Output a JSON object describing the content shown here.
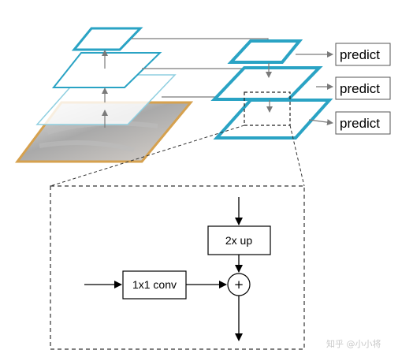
{
  "diagram": {
    "outputs": [
      {
        "label": "predict"
      },
      {
        "label": "predict"
      },
      {
        "label": "predict"
      }
    ],
    "merge_block": {
      "upsample_label": "2x up",
      "lateral_label": "1x1 conv",
      "add_symbol": "+"
    },
    "watermark": "知乎 @小小将",
    "colors": {
      "feature_outline": "#2aa3c4",
      "feature_outline_faint": "#8fcfe0",
      "image_outline": "#d6a14e",
      "arrow": "#7a7a7a",
      "line": "#000000"
    }
  }
}
